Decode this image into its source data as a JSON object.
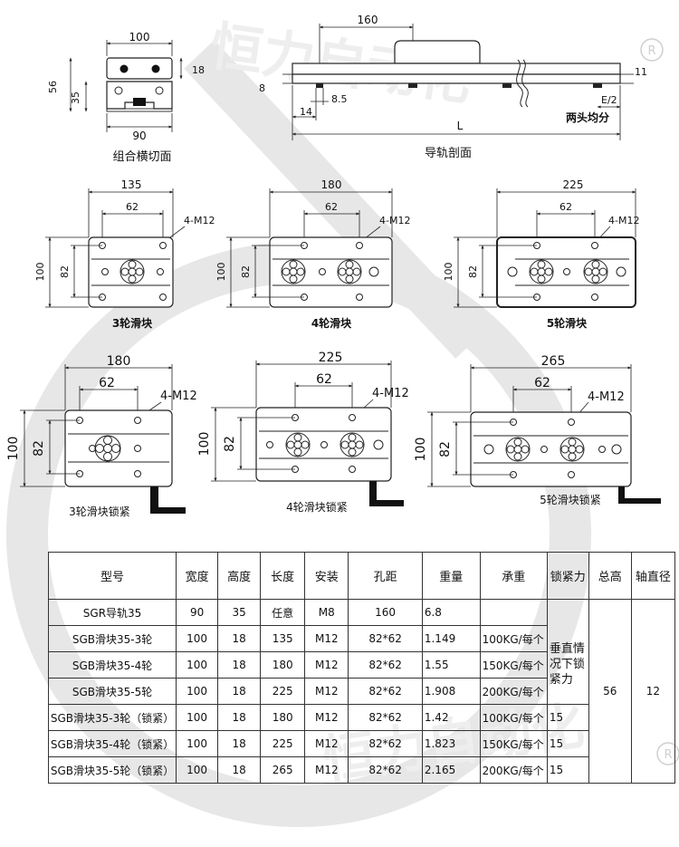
{
  "watermark": {
    "text": "恒力自动化",
    "registered_mark": "R"
  },
  "cross_section": {
    "caption": "组合横切面",
    "dim_width_top": "100",
    "dim_width_bottom": "90",
    "dim_height_total": "56",
    "dim_height_rail": "35",
    "dim_height_slider": "18"
  },
  "rail_profile": {
    "caption": "导轨剖面",
    "dim_top": "160",
    "dim_left_8": "8",
    "dim_right_11": "11",
    "dim_85": "8.5",
    "dim_14": "14",
    "dim_e2": "E/2",
    "dim_l": "L",
    "note": "两头均分"
  },
  "sliders": [
    {
      "caption": "3轮滑块",
      "width": "135",
      "spacing": "62",
      "height": "100",
      "hole_height": "82",
      "thread": "4-M12"
    },
    {
      "caption": "4轮滑块",
      "width": "180",
      "spacing": "62",
      "height": "100",
      "hole_height": "82",
      "thread": "4-M12"
    },
    {
      "caption": "5轮滑块",
      "width": "225",
      "spacing": "62",
      "height": "100",
      "hole_height": "82",
      "thread": "4-M12"
    },
    {
      "caption": "3轮滑块锁紧",
      "width": "180",
      "spacing": "62",
      "height": "100",
      "hole_height": "82",
      "thread": "4-M12"
    },
    {
      "caption": "4轮滑块锁紧",
      "width": "225",
      "spacing": "62",
      "height": "100",
      "hole_height": "82",
      "thread": "4-M12"
    },
    {
      "caption": "5轮滑块锁紧",
      "width": "265",
      "spacing": "62",
      "height": "100",
      "hole_height": "82",
      "thread": "4-M12"
    }
  ],
  "table": {
    "headers": [
      "型号",
      "宽度",
      "高度",
      "长度",
      "安装",
      "孔距",
      "重量",
      "承重",
      "锁紧力",
      "总高",
      "轴直径"
    ],
    "rows": [
      [
        "SGR导轨35",
        "90",
        "35",
        "任意",
        "M8",
        "160",
        "6.8",
        ""
      ],
      [
        "SGB滑块35-3轮",
        "100",
        "18",
        "135",
        "M12",
        "82*62",
        "1.149",
        "100KG/每个"
      ],
      [
        "SGB滑块35-4轮",
        "100",
        "18",
        "180",
        "M12",
        "82*62",
        "1.55",
        "150KG/每个"
      ],
      [
        "SGB滑块35-5轮",
        "100",
        "18",
        "225",
        "M12",
        "82*62",
        "1.908",
        "200KG/每个"
      ],
      [
        "SGB滑块35-3轮（锁紧）",
        "100",
        "18",
        "180",
        "M12",
        "82*62",
        "1.42",
        "100KG/每个"
      ],
      [
        "SGB滑块35-4轮（锁紧）",
        "100",
        "18",
        "225",
        "M12",
        "82*62",
        "1.823",
        "150KG/每个"
      ],
      [
        "SGB滑块35-5轮（锁紧）",
        "100",
        "18",
        "265",
        "M12",
        "82*62",
        "2.165",
        "200KG/每个"
      ]
    ],
    "lock_force_merged": "垂直情况下锁紧力",
    "lock_force_values": [
      "15",
      "15",
      "15"
    ],
    "total_height": "56",
    "axle_diameter": "12"
  }
}
